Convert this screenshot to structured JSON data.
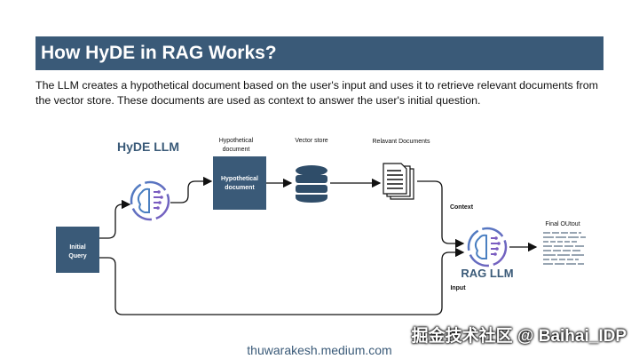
{
  "header": {
    "title": "How HyDE in RAG Works?"
  },
  "description": "The LLM creates a hypothetical document based on the user's input and uses it to retrieve relevant documents from the vector store. These documents are used as context to answer the user's initial question.",
  "diagram": {
    "initial_query_line1": "Initial",
    "initial_query_line2": "Query",
    "hyde_llm_label": "HyDE LLM",
    "hypo_caption_line1": "Hypothetical",
    "hypo_caption_line2": "document",
    "hypo_box_line1": "Hypothetical",
    "hypo_box_line2": "document",
    "vector_store_label": "Vector store",
    "relevant_docs_label": "Relavant Documents",
    "context_label": "Context",
    "rag_llm_label": "RAG LLM",
    "input_label": "Input",
    "final_output_label": "Final OUtout"
  },
  "colors": {
    "primary": "#3a5a78",
    "brain_blue": "#4a7fc1",
    "brain_purple": "#7a5cc0"
  },
  "watermark": "掘金技术社区 @ Baihai_IDP",
  "footer": "thuwarakesh.medium.com"
}
